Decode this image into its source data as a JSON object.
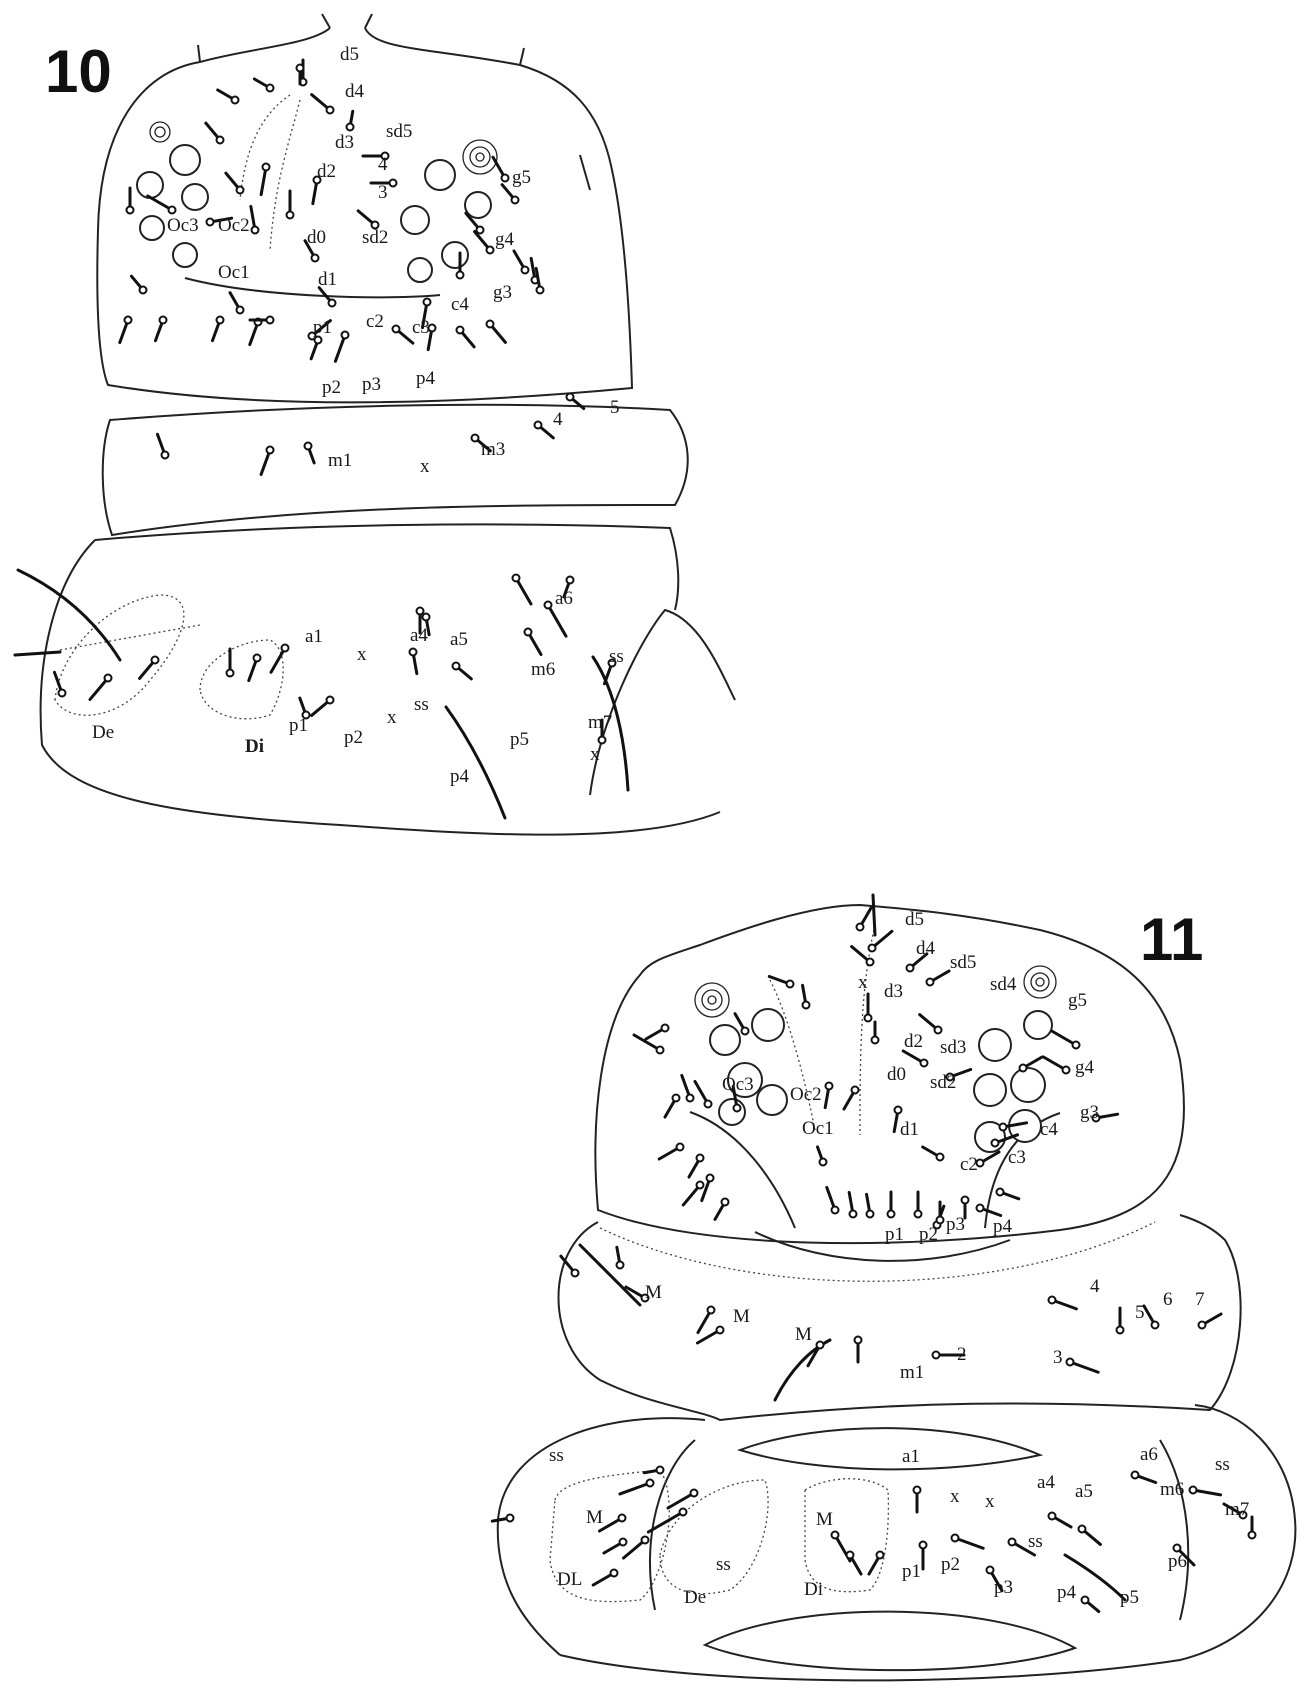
{
  "figures": [
    {
      "number": "10",
      "labels": [
        "d5",
        "d4",
        "d3",
        "sd5",
        "4",
        "3",
        "d2",
        "d0",
        "sd2",
        "d1",
        "g5",
        "g4",
        "g3",
        "Oc3",
        "Oc2",
        "Oc1",
        "p1",
        "c2",
        "c3",
        "c4",
        "p2",
        "p3",
        "p4",
        "4",
        "5",
        "m1",
        "x",
        "m3",
        "a6",
        "a1",
        "x",
        "a4",
        "a5",
        "ss",
        "m6",
        "p1",
        "p2",
        "x",
        "ss",
        "p5",
        "m7",
        "x",
        "p4",
        "De",
        "Di"
      ]
    },
    {
      "number": "11",
      "labels": [
        "d5",
        "d4",
        "sd5",
        "sd4",
        "d3",
        "x",
        "g5",
        "d2",
        "sd3",
        "Oc3",
        "Oc2",
        "d0",
        "sd2",
        "g4",
        "Oc1",
        "d1",
        "g3",
        "c4",
        "c3",
        "c2",
        "p1",
        "p2",
        "p3",
        "p4",
        "M",
        "M",
        "M",
        "m1",
        "2",
        "3",
        "4",
        "5",
        "6",
        "7",
        "a1",
        "ss",
        "x",
        "x",
        "a4",
        "a5",
        "a6",
        "ss",
        "m6",
        "m7",
        "M",
        "M",
        "ss",
        "ss",
        "p1",
        "p2",
        "p3",
        "p4",
        "p5",
        "p6",
        "DL",
        "De",
        "Di"
      ]
    }
  ]
}
